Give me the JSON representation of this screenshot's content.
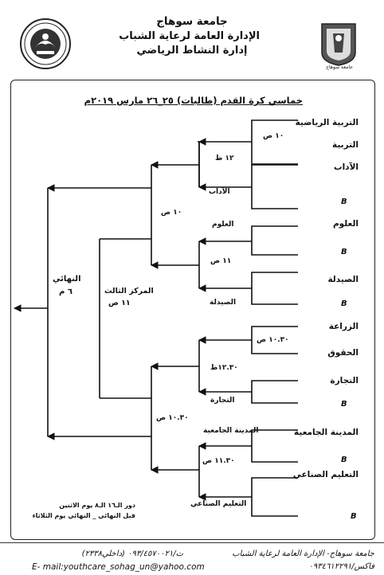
{
  "header": {
    "line1": "جامعة سوهاج",
    "line2": "الإدارة العامة لرعاية الشباب",
    "line3": "إدارة النشاط الرياضي",
    "right_logo_caption": "جامعة سوهاج"
  },
  "title": "خماسي كرة القدم (طالبات) ٢٥_٢٦ مارس ٢٠١٩م",
  "teams": [
    "التربية الرياضية",
    "التربية",
    "الآداب",
    "العلوم",
    "الصيدلة",
    "الزراعة",
    "الحقوق",
    "التجارة",
    "المدينة الجامعية",
    "التعليم الصناعي"
  ],
  "bye_mark": "B",
  "round1": {
    "m1_time": "١٠ ص",
    "m2_time": "١٠.٣٠ ص"
  },
  "round2": {
    "m1_time": "١٢ ظ",
    "m1_winner": "الآداب",
    "m2_winner": "العلوم",
    "m2_time": "١١ ص",
    "m2_loser": "الصيدلة",
    "m3_time": "١٢.٣٠ظ",
    "m3_winner": "التجارة",
    "m4_winner": "المدينة الجامعية",
    "m4_time": "١١.٣٠ ص",
    "m4_loser": "التعليم الصناعي"
  },
  "round3": {
    "m1_time": "١٠ ص",
    "m2_time": "١٠.٣٠ ص"
  },
  "third_place": {
    "label": "المركز الثالث",
    "time": "١١ ص"
  },
  "final": {
    "label": "النهائي",
    "time": "٦ م"
  },
  "notes": {
    "line1": "دور الـ١٦ الـ٨ يوم الاثنين",
    "line2": "قبل النهائي _ النهائي يوم الثلاثاء"
  },
  "footer": {
    "address": "جامعة سوهاج- الإدارة العامة لرعاية الشباب",
    "phone": "ت/٠٩٣/٤٥٧٠٠٢١ (داخلي٢٣٣٨)",
    "fax": "فاكس/٠٩٣٤٦١٢٢٩١",
    "email": "E- mail:youthcare_sohag_un@yahoo.com"
  }
}
